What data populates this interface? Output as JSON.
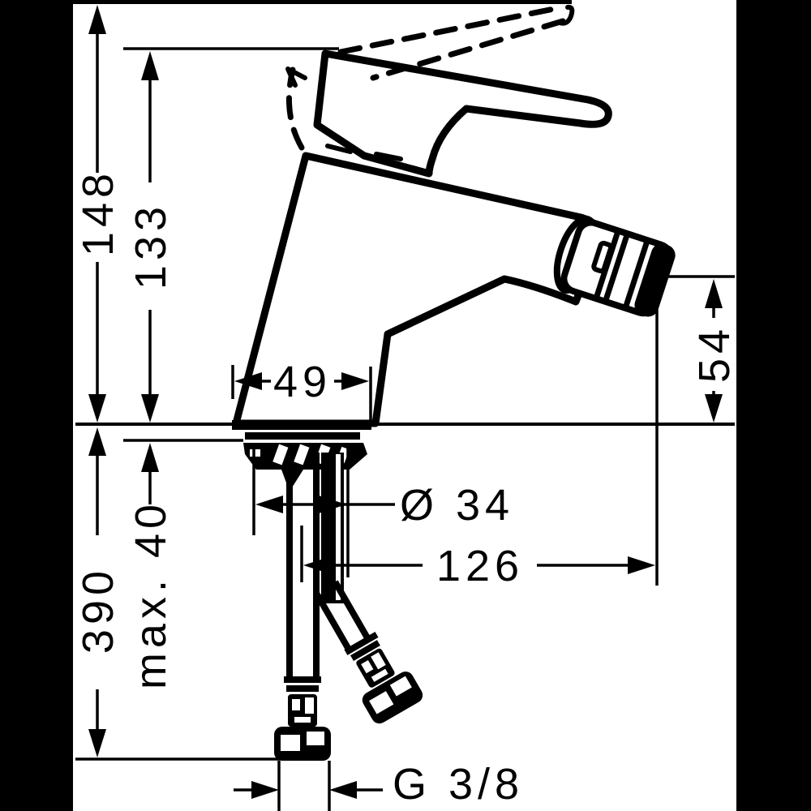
{
  "colors": {
    "background": "#ffffff",
    "ink": "#000000",
    "side_bars": "#000000"
  },
  "labels": {
    "total_height": "148",
    "body_height": "133",
    "spout_height": "54",
    "base_width": "49",
    "base_diameter": "Ø 34",
    "projection": "126",
    "hose_length": "390",
    "deck_thickness": "max. 40",
    "thread": "G 3/8"
  }
}
